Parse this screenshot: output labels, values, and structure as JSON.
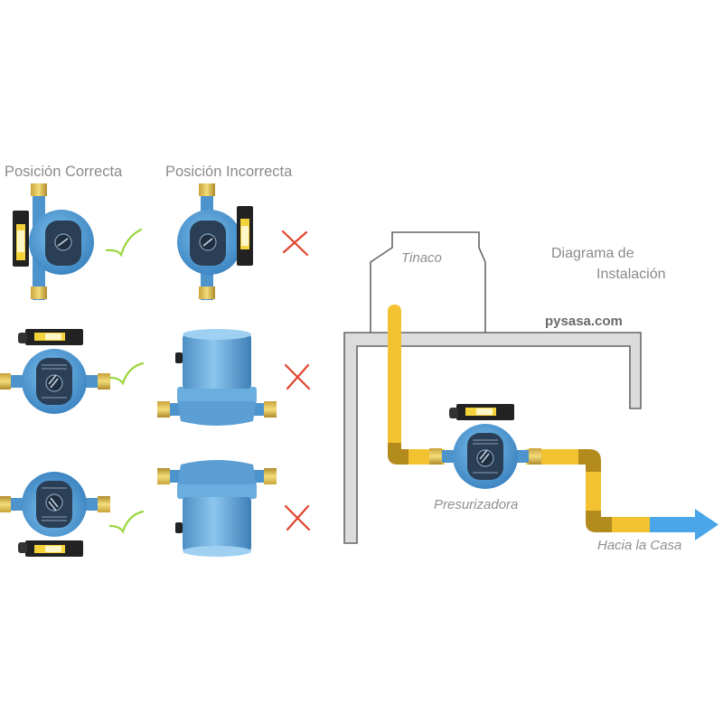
{
  "headers": {
    "correct": "Posición Correcta",
    "incorrect": "Posición Incorrecta"
  },
  "diagram": {
    "title_line1": "Diagrama de",
    "title_line2": "Instalación",
    "tank_label": "Tinaco",
    "pump_label": "Presurizadora",
    "destination_label": "Hacia la Casa",
    "website": "pysasa.com"
  },
  "rows": [
    {
      "correct": "pump-vertical-pipes-box-left",
      "incorrect": "pump-vertical-pipes-box-right",
      "correct_mark": "check-icon",
      "incorrect_mark": "x-icon"
    },
    {
      "correct": "pump-horizontal-pipes-box-top",
      "incorrect": "pump-motor-up",
      "correct_mark": "check-icon",
      "incorrect_mark": "x-icon"
    },
    {
      "correct": "pump-horizontal-pipes-box-bottom",
      "incorrect": "pump-motor-down",
      "correct_mark": "check-icon",
      "incorrect_mark": "x-icon"
    }
  ],
  "colors": {
    "pipe": "#f2c230",
    "pipe_elbow": "#b38a1c",
    "flow_arrow": "#4aa6e8",
    "pump_body": "#5aa5dc",
    "pump_dark": "#2f4a66",
    "wall": "#d9d9d9",
    "wall_stroke": "#666666",
    "check": "#9ad63c",
    "cross": "#e0452e"
  }
}
